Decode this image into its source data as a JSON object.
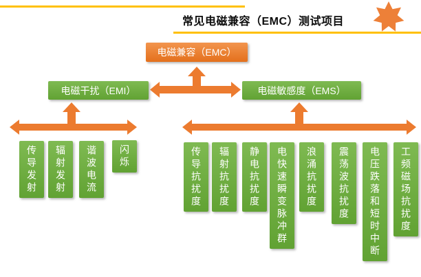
{
  "header": {
    "title": "常见电磁兼容（EMC）测试项目"
  },
  "root": {
    "label": "电磁兼容（EMC）"
  },
  "emi": {
    "label": "电磁干扰（EMI）",
    "items": [
      "传导发射",
      "辐射发射",
      "谐波电流",
      "闪烁"
    ]
  },
  "ems": {
    "label": "电磁敏感度（EMS）",
    "items": [
      "传导抗扰度",
      "辐射抗扰度",
      "静电抗扰度",
      "电快速瞬变脉冲群",
      "浪涌抗扰度",
      "震荡波抗扰度",
      "电压跌落和短时中断",
      "工频磁场抗扰度"
    ]
  },
  "icons": {
    "star": "seven-point-star-badge"
  },
  "colors": {
    "accent_orange": "#ED7D31",
    "accent_green": "#6FAD43",
    "accent_yellow": "#FFC000",
    "node_text": "#FFFFFF",
    "title_text": "#0D0D0D"
  }
}
